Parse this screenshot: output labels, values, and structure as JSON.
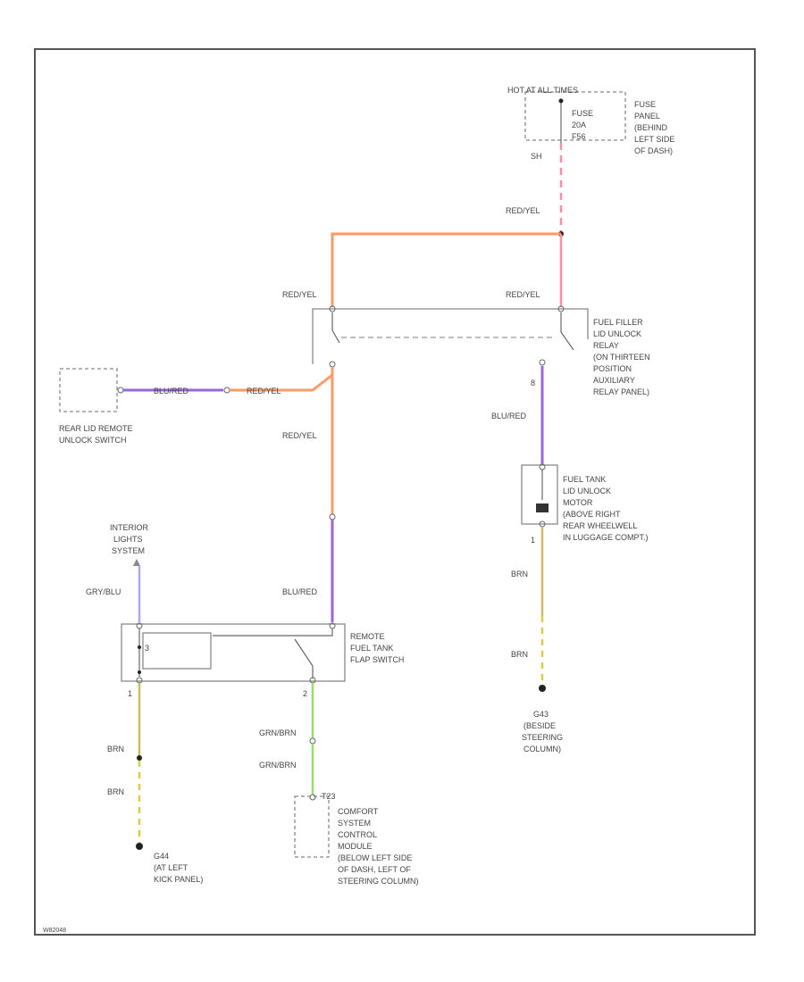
{
  "colors": {
    "red_yel_orange": "#ff9966",
    "red_yel_pink": "#ff8fa0",
    "blu_red_purple": "#9966dd",
    "gry_blu": "#aaaaee",
    "brn": "#ccbb66",
    "brn_yel_dashed": "#ddcc44",
    "grn_brn": "#99dd66",
    "frame": "#555555"
  },
  "fuse": {
    "source": "HOT AT ALL TIMES",
    "fuse_label": "FUSE",
    "amp": "20A",
    "fuse_num": "F56",
    "location": [
      "FUSE",
      "PANEL",
      "(BEHIND",
      "LEFT SIDE",
      "OF DASH)"
    ],
    "pin": "SH"
  },
  "relay": {
    "name": [
      "FUEL FILLER",
      "LID UNLOCK",
      "RELAY",
      "(ON THIRTEEN",
      "POSITION",
      "AUXILIARY",
      "RELAY PANEL)"
    ]
  },
  "rear_lid_switch": {
    "name": [
      "REAR LID REMOTE",
      "UNLOCK SWITCH"
    ]
  },
  "motor": {
    "name": [
      "FUEL TANK",
      "LID UNLOCK",
      "MOTOR",
      "(ABOVE RIGHT",
      "REAR WHEELWELL",
      "IN LUGGAGE COMPT.)"
    ]
  },
  "remote_switch": {
    "name": [
      "REMOTE",
      "FUEL TANK",
      "FLAP SWITCH"
    ],
    "pin_2": "2",
    "bottom_pin_1": "1",
    "bottom_pin_2": "2"
  },
  "interior_lights": {
    "name": [
      "INTERIOR",
      "LIGHTS",
      "SYSTEM"
    ]
  },
  "comfort_module": {
    "name": [
      "COMFORT",
      "SYSTEM",
      "CONTROL",
      "MODULE",
      "(BELOW LEFT SIDE",
      "OF DASH, LEFT OF",
      "STEERING COLUMN)"
    ],
    "pin": "T23"
  },
  "ground_g44": {
    "name": [
      "G44",
      "(AT LEFT",
      "KICK PANEL)"
    ]
  },
  "ground_g43": {
    "name": [
      "G43",
      "(BESIDE",
      "STEERING",
      "COLUMN)"
    ]
  },
  "wires": {
    "redyel_top": "RED/YEL",
    "redyel_relay_left": "RED/YEL",
    "redyel_relay_right": "RED/YEL",
    "blured_rear": "BLU/RED",
    "redyel_rear": "RED/YEL",
    "redyel_mid": "RED/YEL",
    "blured_switch": "BLU/RED",
    "blured_motor": "BLU/RED",
    "grybl": "GRY/BLU",
    "brn_motor_1": "BRN",
    "brn_motor_2": "BRN",
    "brn_left_1": "BRN",
    "brn_left_2": "BRN",
    "grnbrn_1": "GRN/BRN",
    "grnbrn_2": "GRN/BRN"
  },
  "pins": {
    "relay_8": "8",
    "motor_1": "1",
    "switch_3": "3",
    "switch_1": "1"
  },
  "footer_id": "W82048"
}
